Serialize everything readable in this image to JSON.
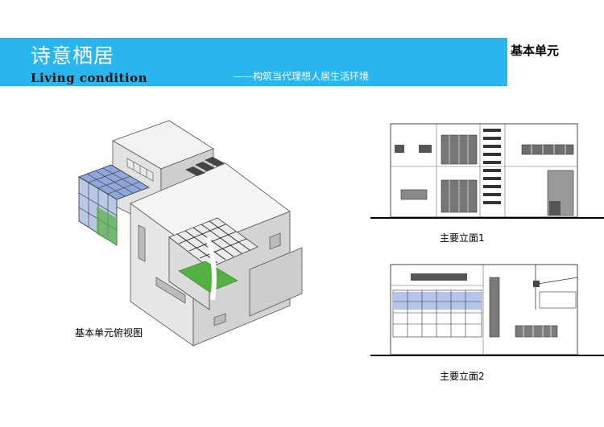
{
  "header": {
    "title": "诗意栖居",
    "title_en": "Living condition",
    "subtitle": "——构筑当代理想人居生活环境"
  },
  "section_label": "基本单元",
  "captions": {
    "aerial": "基本单元俯视图",
    "elevation1": "主要立面1",
    "elevation2": "主要立面2"
  },
  "colors": {
    "banner": "#29b6ef",
    "glass": "#9ab4e0",
    "greenery": "#55b043"
  }
}
